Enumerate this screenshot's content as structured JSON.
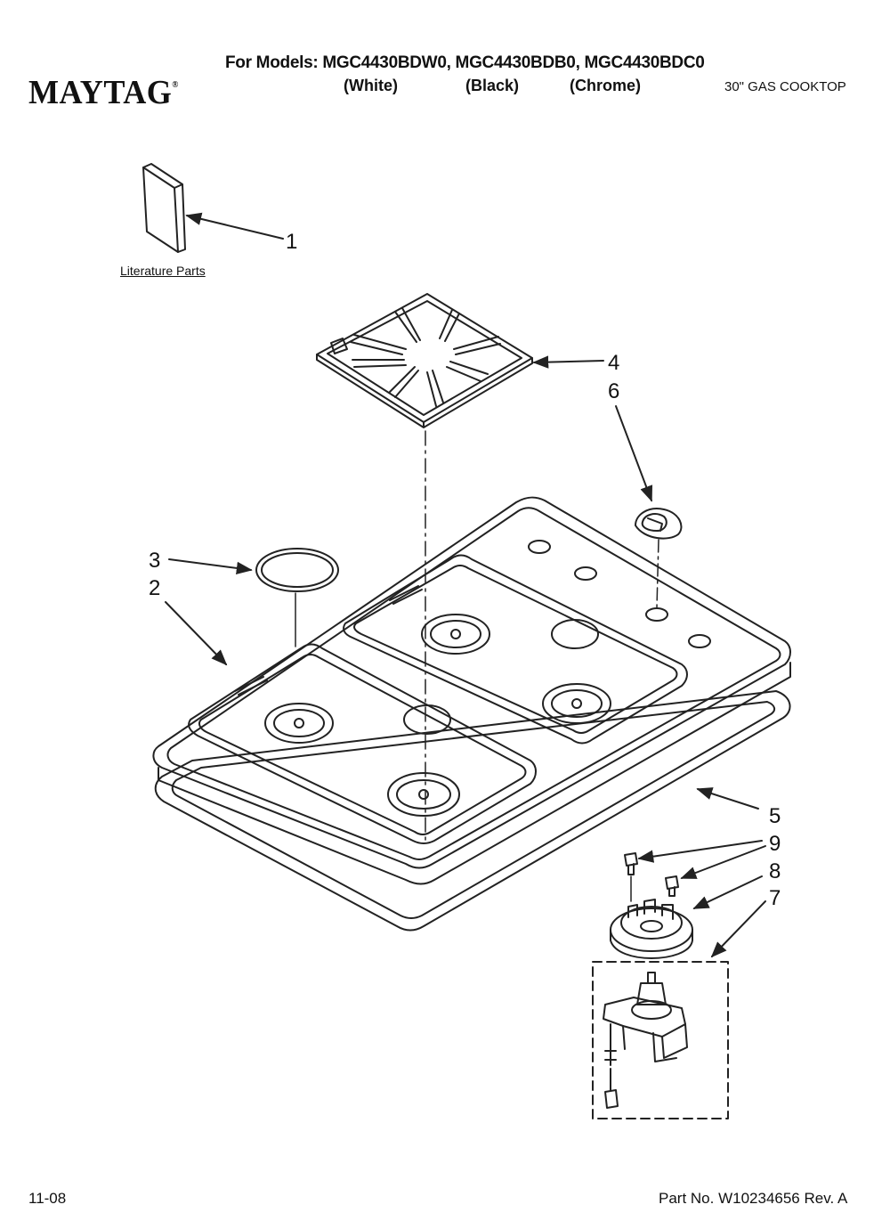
{
  "header": {
    "brand": "MAYTAG",
    "brand_mark": "®",
    "models_line": "For Models: MGC4430BDW0, MGC4430BDB0, MGC4430BDC0",
    "color_white": "(White)",
    "color_black": "(Black)",
    "color_chrome": "(Chrome)",
    "product": "30\" GAS COOKTOP"
  },
  "diagram": {
    "literature_label": "Literature Parts",
    "callouts": {
      "c1": "1",
      "c2": "2",
      "c3": "3",
      "c4": "4",
      "c5": "5",
      "c6": "6",
      "c7": "7",
      "c8": "8",
      "c9": "9"
    }
  },
  "footer": {
    "date": "11-08",
    "part_number": "Part No. W10234656 Rev. A"
  }
}
